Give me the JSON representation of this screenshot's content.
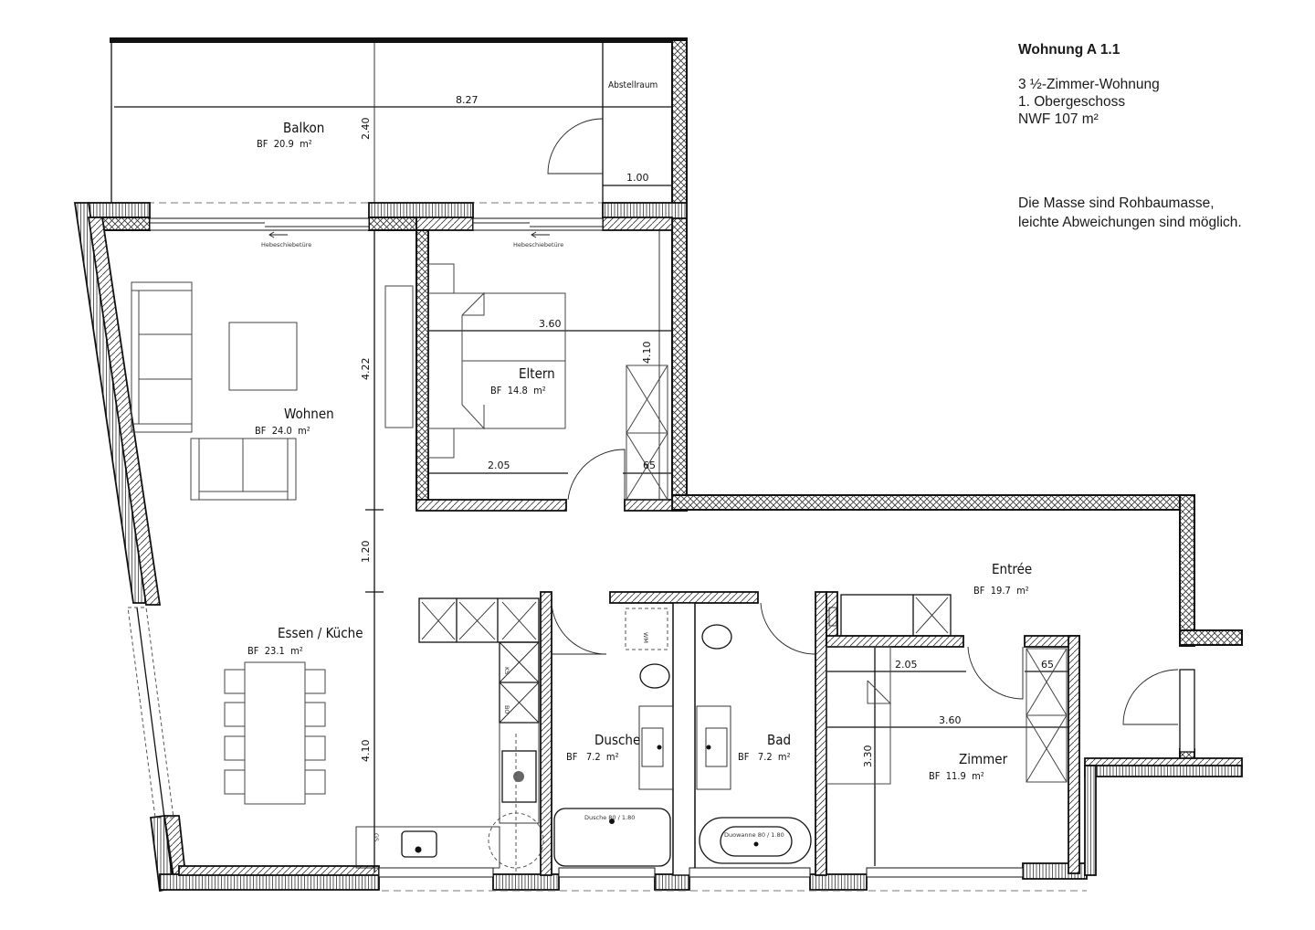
{
  "info": {
    "title": "Wohnung A 1.1",
    "type": "3 ½-Zimmer-Wohnung",
    "floor": "1. Obergeschoss",
    "area": "NWF 107 m²",
    "note": "Die Masse sind Rohbaumasse, leichte Abweichungen sind möglich."
  },
  "rooms": [
    {
      "id": "balkon",
      "name": "Balkon",
      "area": "BF  20.9  m²"
    },
    {
      "id": "abstellraum",
      "name": "Abstellraum",
      "area": ""
    },
    {
      "id": "wohnen",
      "name": "Wohnen",
      "area": "BF  24.0  m²"
    },
    {
      "id": "eltern",
      "name": "Eltern",
      "area": "BF  14.8  m²"
    },
    {
      "id": "essen_kueche",
      "name": "Essen / Küche",
      "area": "BF  23.1  m²"
    },
    {
      "id": "entree",
      "name": "Entrée",
      "area": "BF  19.7  m²"
    },
    {
      "id": "dusche",
      "name": "Dusche",
      "area": "BF   7.2  m²"
    },
    {
      "id": "bad",
      "name": "Bad",
      "area": "BF   7.2  m²"
    },
    {
      "id": "zimmer",
      "name": "Zimmer",
      "area": "BF  11.9  m²"
    }
  ],
  "dimensions": {
    "balkon_width": "8.27",
    "balkon_depth": "2.40",
    "abstellraum_width": "1.00",
    "wohnen_depth": "4.22",
    "passage": "1.20",
    "kueche_depth": "4.10",
    "eltern_width": "3.60",
    "eltern_depth": "4.10",
    "eltern_bed_width": "2.05",
    "eltern_closet": "65",
    "zimmer_width": "3.60",
    "zimmer_depth": "3.30",
    "zimmer_bed_width": "2.05",
    "zimmer_closet": "65"
  },
  "annotations": {
    "door_type_1": "Hebeschiebetüre",
    "door_type_2": "Hebeschiebetüre",
    "shower": "Dusche 80 / 1.80",
    "bathtub": "Duowanne 80 / 1.80",
    "washer": "WM",
    "kitchen_unit_1": "KS",
    "kitchen_unit_2": "BO",
    "dishwasher": "GS"
  }
}
